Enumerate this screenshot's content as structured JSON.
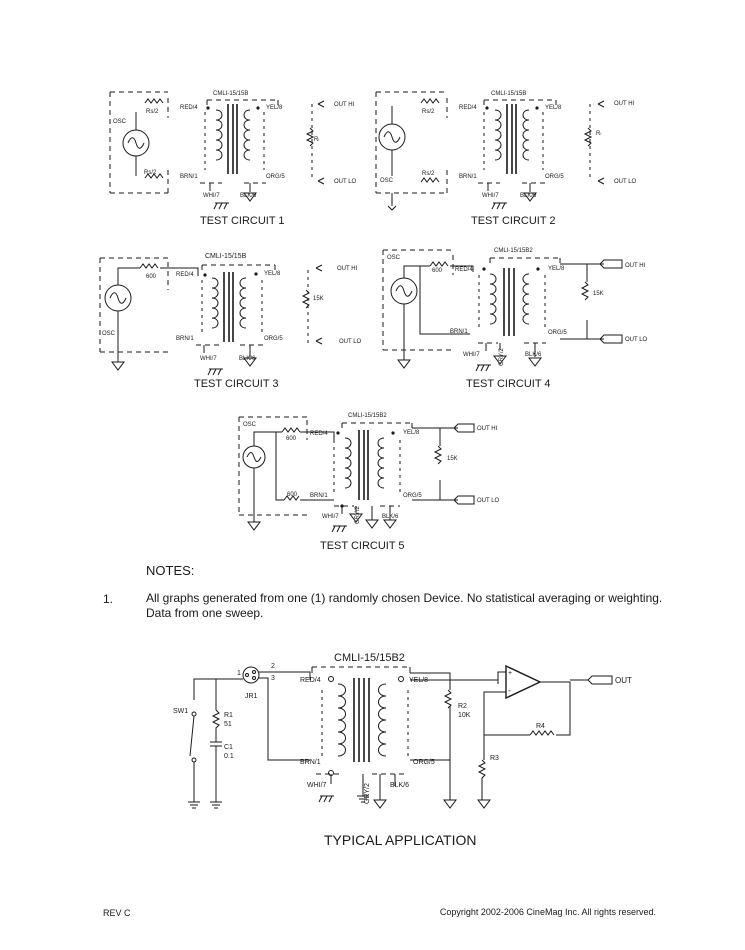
{
  "circuits": [
    {
      "caption": "TEST CIRCUIT 1",
      "part": "CMLI-15/15B",
      "src_top": "Rs/2",
      "src_bot": "Rs/2",
      "osc": "OSC",
      "red": "RED/4",
      "brn": "BRN/1",
      "wht": "WHI/7",
      "yel": "YEL/8",
      "org": "ORG/5",
      "blk": "BLK/6",
      "load": "Rₗ",
      "out_hi": "OUT HI",
      "out_lo": "OUT LO"
    },
    {
      "caption": "TEST CIRCUIT 2",
      "part": "CMLI-15/15B",
      "src_top": "Rs/2",
      "src_bot": "Rs/2",
      "osc": "OSC",
      "red": "RED/4",
      "brn": "BRN/1",
      "wht": "WHI/7",
      "yel": "YEL/8",
      "org": "ORG/5",
      "blk": "BLK/6",
      "load": "Rₗ",
      "out_hi": "OUT HI",
      "out_lo": "OUT LO"
    },
    {
      "caption": "TEST CIRCUIT 3",
      "part": "CMLI-15/15B",
      "src_top": "600",
      "osc": "OSC",
      "red": "RED/4",
      "brn": "BRN/1",
      "wht": "WHI/7",
      "yel": "YEL/8",
      "org": "ORG/5",
      "blk": "BLK/6",
      "load": "15K",
      "out_hi": "OUT HI",
      "out_lo": "OUT LO"
    },
    {
      "caption": "TEST CIRCUIT 4",
      "part": "CMLI-15/15B2",
      "src_top": "600",
      "osc": "OSC",
      "red": "RED/4",
      "brn": "BRN/1",
      "wht": "WHI/7",
      "gry": "GRY/2",
      "yel": "YEL/8",
      "org": "ORG/5",
      "blk": "BLK/6",
      "load": "15K",
      "out_hi": "OUT HI",
      "out_lo": "OUT LO"
    },
    {
      "caption": "TEST CIRCUIT 5",
      "part": "CMLI-15/15B2",
      "src_top": "600",
      "src_bot": "600",
      "osc": "OSC",
      "red": "RED/4",
      "brn": "BRN/1",
      "wht": "WHI/7",
      "gry": "GRY/2",
      "yel": "YEL/8",
      "org": "ORG/5",
      "blk": "BLK/6",
      "load": "15K",
      "out_hi": "OUT HI",
      "out_lo": "OUT LO"
    }
  ],
  "notes": {
    "heading": "NOTES:",
    "items": [
      {
        "num": "1.",
        "text": "All graphs generated from one (1) randomly chosen Device.   No statistical averaging or weighting.  Data from one sweep."
      }
    ]
  },
  "typical": {
    "caption": "TYPICAL APPLICATION",
    "part": "CMLI-15/15B2",
    "sw": "SW1",
    "jr": "JR1",
    "pin1": "1",
    "pin2": "2",
    "pin3": "3",
    "r1": "R1",
    "r1v": "51",
    "c1": "C1",
    "c1v": "0.1",
    "red": "RED/4",
    "brn": "BRN/1",
    "wht": "WHI/7",
    "gry": "GRY/2",
    "yel": "YEL/8",
    "org": "ORG/5",
    "blk": "BLK/6",
    "r2": "R2",
    "r2v": "10K",
    "r3": "R3",
    "r4": "R4",
    "plus": "+",
    "minus": "-",
    "out": "OUT"
  },
  "footer": {
    "rev": "REV C",
    "copyright": "Copyright 2002-2006 CineMag Inc.  All rights reserved."
  }
}
